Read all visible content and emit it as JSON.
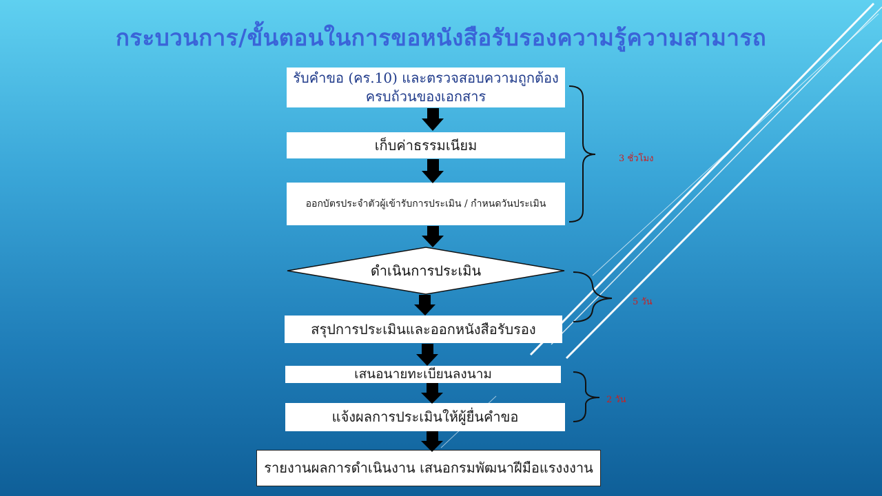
{
  "title": "กระบวนการ/ขั้นตอนในการขอหนังสือรับรองความรู้ความสามารถ",
  "steps": {
    "s1_line1": "รับคำขอ (คร.10) และตรวจสอบความถูกต้อง",
    "s1_line2": "ครบถ้วนของเอกสาร",
    "s2": "เก็บค่าธรรมเนียม",
    "s3": "ออกบัตรประจำตัวผู้เข้ารับการประเมิน / กำหนดวันประเมิน",
    "s4": "ดำเนินการประเมิน",
    "s5": "สรุปการประเมินและออกหนังสือรับรอง",
    "s6": "เสนอนายทะเบียนลงนาม",
    "s7": "แจ้งผลการประเมินให้ผู้ยื่นคำขอ",
    "s8": "รายงานผลการดำเนินงาน เสนอกรมพัฒนาฝีมือแรงงงาน"
  },
  "durations": {
    "d1": "3 ชั่วโมง",
    "d2": "5 วัน",
    "d3": "2 วัน"
  },
  "colors": {
    "title": "#3a64d8",
    "duration": "#cc1f1f",
    "note_text": "#1f3a8a"
  }
}
